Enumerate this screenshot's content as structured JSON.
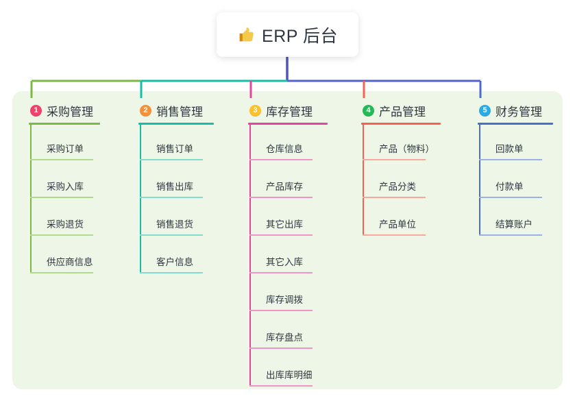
{
  "root": {
    "icon": "thumbs-up-icon",
    "title": "ERP 后台"
  },
  "colors": {
    "canvas": "#ffffff",
    "panel": "#eef7e7",
    "root_box": "#ffffff",
    "text": "#2f3640",
    "stem": "#4a56c4",
    "bar_left": "#7cb944",
    "bar_mid": "#14bfa6",
    "bar_right": "#5560cf"
  },
  "columns": [
    {
      "number": "1",
      "badge_color": "#f0426b",
      "title": "采购管理",
      "line_color": "#7cb944",
      "rule_color": "#b3d98a",
      "items": [
        "采购订单",
        "采购入库",
        "采购退货",
        "供应商信息"
      ]
    },
    {
      "number": "2",
      "badge_color": "#f79139",
      "title": "销售管理",
      "line_color": "#14bfa6",
      "rule_color": "#84dcd1",
      "items": [
        "销售订单",
        "销售出库",
        "销售退货",
        "客户信息"
      ]
    },
    {
      "number": "3",
      "badge_color": "#fcc12b",
      "title": "库存管理",
      "line_color": "#e4459f",
      "rule_color": "#f093c8",
      "items": [
        "仓库信息",
        "产品库存",
        "其它出库",
        "其它入库",
        "库存调拨",
        "库存盘点",
        "出库库明细"
      ]
    },
    {
      "number": "4",
      "badge_color": "#22bb55",
      "title": "产品管理",
      "line_color": "#f9604f",
      "rule_color": "#f9a79c",
      "items": [
        "产品（物料）",
        "产品分类",
        "产品单位"
      ]
    },
    {
      "number": "5",
      "badge_color": "#29abe6",
      "title": "财务管理",
      "line_color": "#4a6ccc",
      "rule_color": "#9db0e2",
      "items": [
        "回款单",
        "付款单",
        "结算账户"
      ]
    }
  ]
}
